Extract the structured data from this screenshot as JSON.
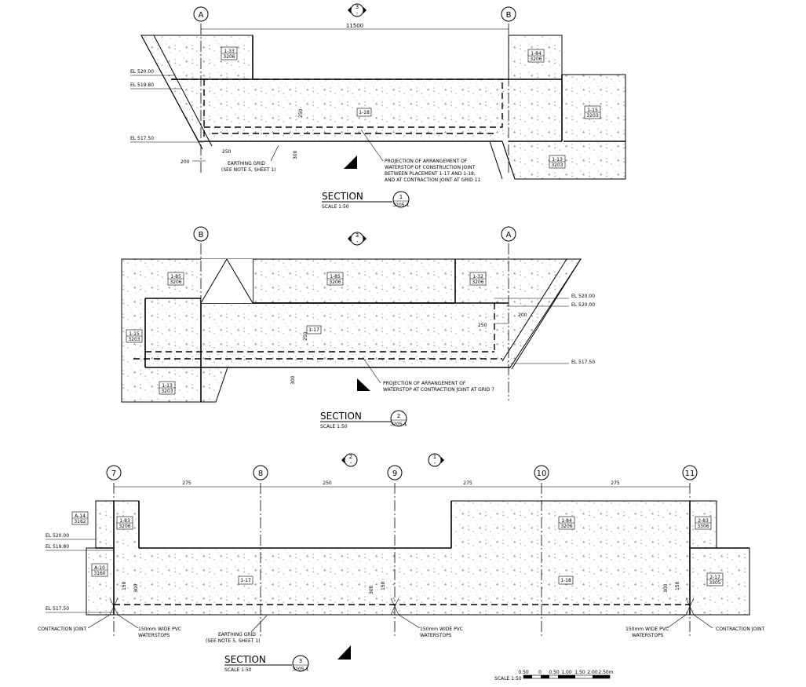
{
  "section1": {
    "grid_left": "A",
    "grid_right": "B",
    "section_marker": {
      "num": "3",
      "sheet": "-"
    },
    "dimension": "11500",
    "elevations": [
      "EL 520.00",
      "EL 519.80",
      "EL 517.50"
    ],
    "tags": [
      {
        "top": "1-33",
        "bottom": "3206"
      },
      {
        "top": "1-84",
        "bottom": "3206"
      },
      {
        "top": "1-15",
        "bottom": "3203"
      },
      {
        "top": "1-13",
        "bottom": "3203"
      }
    ],
    "placement": "1-18",
    "dims": [
      "250",
      "300",
      "250",
      "200"
    ],
    "note_earthing": [
      "EARTHING GRID",
      "(SEE NOTE 5, SHEET 1)"
    ],
    "note_projection": [
      "PROJECTION OF ARRANGEMENT OF",
      "WATERSTOP OF CONSTRUCTION JOINT",
      "BETWEEN PLACEMENT 1-17 AND 1-18,",
      "AND AT CONTRACTION JOINT AT GRID 11"
    ],
    "title": "SECTION",
    "scale": "SCALE 1:50",
    "bubble_num": "1",
    "bubble_sheet": "3205-1"
  },
  "section2": {
    "grid_left": "B",
    "grid_right": "A",
    "section_marker": {
      "num": "3",
      "sheet": "-"
    },
    "elevations": [
      "EL 520.00",
      "EL 520.00",
      "EL 517.50"
    ],
    "tags": [
      {
        "top": "1-85",
        "bottom": "3206"
      },
      {
        "top": "1-85",
        "bottom": "3206"
      },
      {
        "top": "1-32",
        "bottom": "3206"
      },
      {
        "top": "1-15",
        "bottom": "3203"
      },
      {
        "top": "1-13",
        "bottom": "3203"
      }
    ],
    "placement": "1-17",
    "dims": [
      "250",
      "300",
      "250",
      "200"
    ],
    "note_projection": [
      "PROJECTION OF ARRANGEMENT OF",
      "WATERSTOP AT CONTRACTION JOINT AT GRID 7"
    ],
    "title": "SECTION",
    "scale": "SCALE 1:50",
    "bubble_num": "2",
    "bubble_sheet": "3205-1"
  },
  "section3": {
    "grids": [
      "7",
      "8",
      "9",
      "10",
      "11"
    ],
    "markers": [
      {
        "num": "2",
        "sheet": "-"
      },
      {
        "num": "1",
        "sheet": "-"
      }
    ],
    "dims": [
      "275",
      "250",
      "275",
      "275"
    ],
    "elevations": [
      "EL 520.00",
      "EL 519.80",
      "EL 517.50"
    ],
    "tags": [
      {
        "top": "A-14",
        "bottom": "3162"
      },
      {
        "top": "1-83",
        "bottom": "3206"
      },
      {
        "top": "1-84",
        "bottom": "3206"
      },
      {
        "top": "2-83",
        "bottom": "3306"
      },
      {
        "top": "A-10",
        "bottom": "3160"
      },
      {
        "top": "2-17",
        "bottom": "3305"
      }
    ],
    "placements": [
      "1-17",
      "1-18"
    ],
    "vdims": [
      "150",
      "300",
      "300",
      "150",
      "300",
      "150"
    ],
    "notes": {
      "contraction_left": "CONTRACTION JOINT",
      "contraction_right": "CONTRACTION JOINT",
      "pvc_left": [
        "150mm WIDE PVC",
        "WATERSTOPS"
      ],
      "pvc_mid": [
        "150mm WIDE PVC",
        "WATERSTOPS"
      ],
      "pvc_right": [
        "150mm WIDE PVC",
        "WATERSTOPS"
      ],
      "earthing": [
        "EARTHING GRID",
        "(SEE NOTE 5, SHEET 1)"
      ]
    },
    "title": "SECTION",
    "scale": "SCALE 1:50",
    "bubble_num": "3",
    "bubble_sheet": "3205-1"
  },
  "scale_bar": {
    "label": "SCALE 1:50",
    "ticks": [
      "0.50",
      "0",
      "0.50",
      "1.00",
      "1.50",
      "2.00",
      "2.50m"
    ]
  }
}
